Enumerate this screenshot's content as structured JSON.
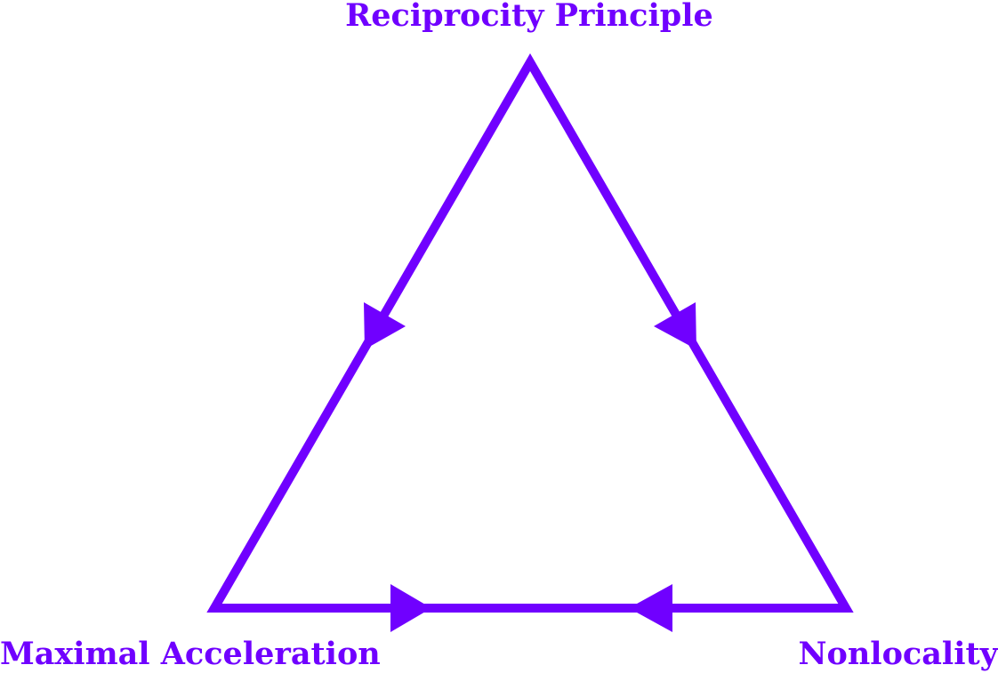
{
  "diagram": {
    "nodes": {
      "top": {
        "label": "Reciprocity Principle"
      },
      "left": {
        "label": "Maximal Acceleration"
      },
      "right": {
        "label": "Nonlocality"
      }
    },
    "edges": [
      {
        "from": "top",
        "to": "left",
        "arrow": "toward-to"
      },
      {
        "from": "top",
        "to": "right",
        "arrow": "toward-to"
      },
      {
        "from": "left",
        "to": "right",
        "arrow": "toward-to"
      },
      {
        "from": "right",
        "to": "left",
        "arrow": "toward-to"
      }
    ]
  },
  "colors": {
    "accent": "#7000ff",
    "background": "#ffffff"
  }
}
